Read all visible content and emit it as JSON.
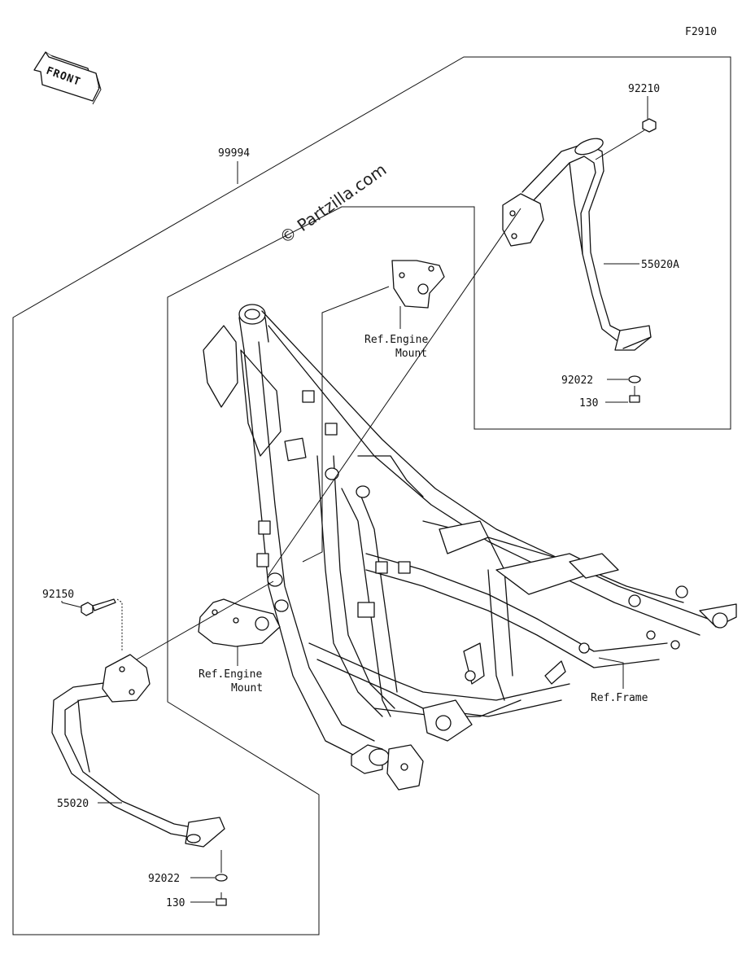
{
  "diagram_id": "F2910",
  "front_label": "FRONT",
  "watermark": "© Partzilla.com",
  "callouts": {
    "kit": "99994",
    "nut": "92210",
    "guard_right": "55020A",
    "washer_right": "92022",
    "bolt_right": "130",
    "ref_engine_mount_upper_1": "Ref.Engine",
    "ref_engine_mount_upper_2": "Mount",
    "bolt_long": "92150",
    "ref_engine_mount_lower_1": "Ref.Engine",
    "ref_engine_mount_lower_2": "Mount",
    "ref_frame": "Ref.Frame",
    "guard_left": "55020",
    "washer_left": "92022",
    "bolt_left": "130"
  },
  "icons": [
    "front-arrow-icon",
    "copyright-icon"
  ]
}
